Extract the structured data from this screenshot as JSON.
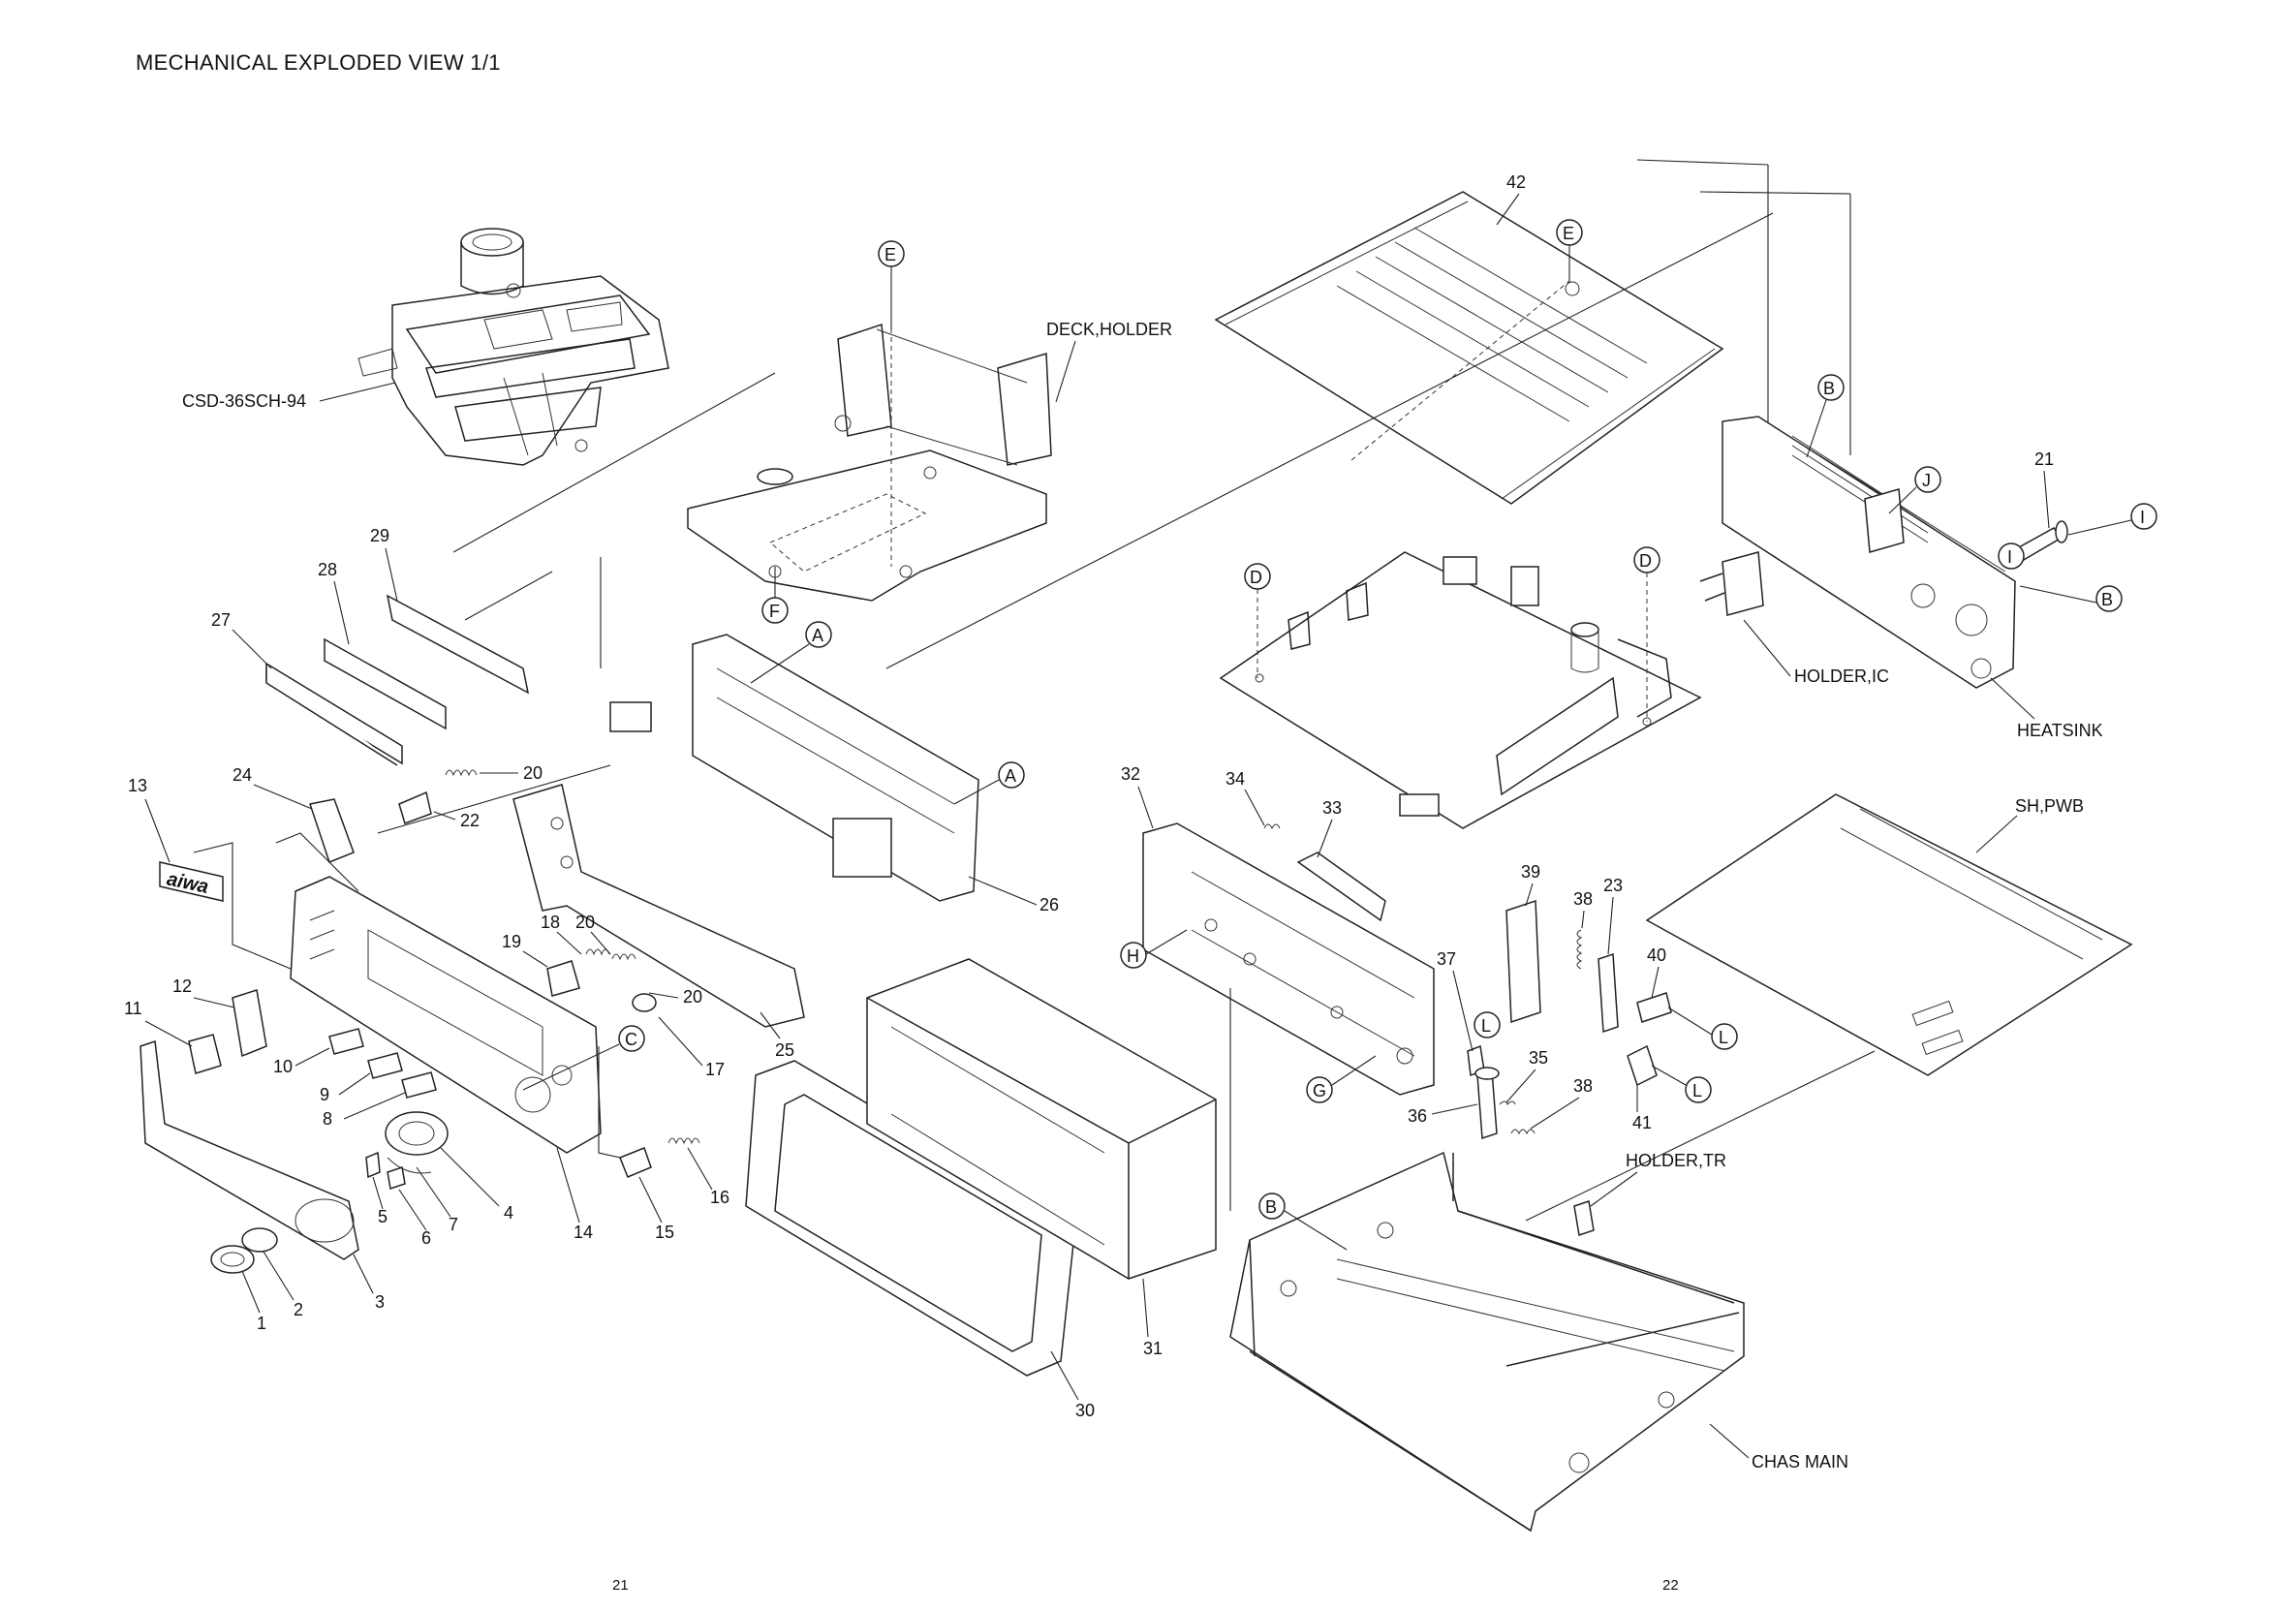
{
  "title": "MECHANICAL EXPLODED VIEW 1/1",
  "page_numbers": [
    "21",
    "22"
  ],
  "callouts": {
    "n1": "1",
    "n2": "2",
    "n3": "3",
    "n4": "4",
    "n5": "5",
    "n6": "6",
    "n7": "7",
    "n8": "8",
    "n9": "9",
    "n10": "10",
    "n11": "11",
    "n12": "12",
    "n13": "13",
    "n14": "14",
    "n15": "15",
    "n16": "16",
    "n17": "17",
    "n18": "18",
    "n19": "19",
    "n20a": "20",
    "n20b": "20",
    "n20c": "20",
    "n21": "21",
    "n22": "22",
    "n23": "23",
    "n24": "24",
    "n25": "25",
    "n26": "26",
    "n27": "27",
    "n28": "28",
    "n29": "29",
    "n30": "30",
    "n31": "31",
    "n32": "32",
    "n33": "33",
    "n34": "34",
    "n35": "35",
    "n36": "36",
    "n37": "37",
    "n38a": "38",
    "n38b": "38",
    "n39": "39",
    "n40": "40",
    "n41": "41",
    "n42": "42"
  },
  "named_parts": {
    "deck": "CSD-36SCH-94",
    "deck_holder": "DECK,HOLDER",
    "holder_ic": "HOLDER,IC",
    "heatsink": "HEATSINK",
    "sh_pwb": "SH,PWB",
    "holder_tr": "HOLDER,TR",
    "chas_main": "CHAS MAIN"
  },
  "markers": {
    "A": "A",
    "B": "B",
    "C": "C",
    "D": "D",
    "E": "E",
    "F": "F",
    "G": "G",
    "H": "H",
    "I": "I",
    "J": "J",
    "L": "L"
  },
  "logo_text": "aiwa"
}
